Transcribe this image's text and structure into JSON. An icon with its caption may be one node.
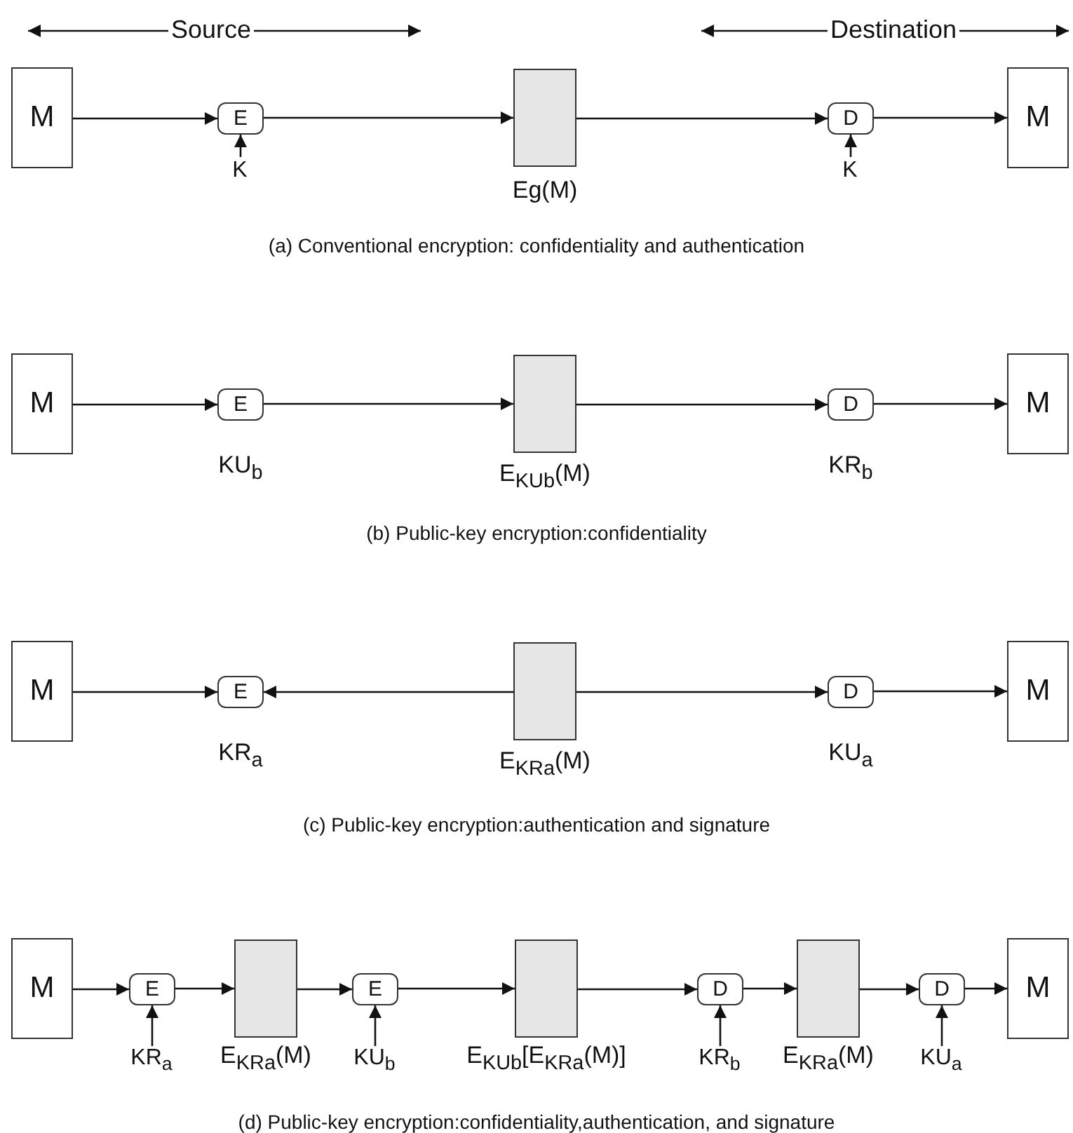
{
  "diagram": {
    "nodes": [
      {
        "text": [
          "M"
        ]
      },
      {
        "text": [
          "E"
        ]
      },
      {
        "text": [],
        "shape": "box",
        "beside": [
          "Eg(M)"
        ]
      },
      {
        "text": [
          "D"
        ]
      },
      {
        "text": [
          "M"
        ]
      },
      {
        "text": [
          "K"
        ]
      },
      {
        "text": [
          "K"
        ]
      },
      {
        "text": [
          "M"
        ]
      },
      {
        "text": [
          "E"
        ],
        "beside": [
          "KU$_{b}$"
        ]
      },
      {
        "text": [],
        "shape": "box",
        "beside": [
          "E$_{KUb}$(M)"
        ]
      },
      {
        "text": [
          "D"
        ],
        "beside": [
          "KR$_{b}$"
        ]
      },
      {
        "text": [
          "M"
        ]
      },
      {
        "text": [
          "M"
        ]
      },
      {
        "text": [
          "E"
        ],
        "beside": [
          "KR$_{a}$"
        ]
      },
      {
        "text": [],
        "shape": "box",
        "beside": [
          "E$_{KRa}$(M)"
        ]
      },
      {
        "text": [
          "D"
        ],
        "beside": [
          "KU$_{a}$"
        ]
      },
      {
        "text": [
          "M"
        ]
      },
      {
        "text": [
          "M"
        ]
      },
      {
        "text": [
          "E"
        ]
      },
      {
        "text": [],
        "shape": "box",
        "beside": [
          "E$_{KRa}$(M)"
        ]
      },
      {
        "text": [
          "E"
        ]
      },
      {
        "text": [],
        "shape": "box",
        "beside": [
          "E$_{KUb}$[E$_{KRa}$(M)]"
        ]
      },
      {
        "text": [
          "D"
        ]
      },
      {
        "text": [],
        "shape": "box",
        "beside": [
          "E$_{KRa}$(M)"
        ]
      },
      {
        "text": [
          "D"
        ]
      },
      {
        "text": [
          "M"
        ]
      },
      {
        "text": [
          "KR$_{a}$"
        ]
      },
      {
        "text": [
          "KU$_{b}$"
        ]
      },
      {
        "text": [
          "KR$_{b}$"
        ]
      },
      {
        "text": [
          "KU$_{a}$"
        ]
      }
    ],
    "edges": [
      {
        "from": 0,
        "to": 1,
        "arrow": "to"
      },
      {
        "from": 1,
        "to": 2,
        "arrow": "to"
      },
      {
        "from": 2,
        "to": 3,
        "arrow": "to"
      },
      {
        "from": 3,
        "to": 4,
        "arrow": "to"
      },
      {
        "from": 5,
        "to": 1,
        "arrow": "to"
      },
      {
        "from": 6,
        "to": 3,
        "arrow": "to"
      },
      {
        "from": 7,
        "to": 8,
        "arrow": "to"
      },
      {
        "from": 8,
        "to": 9,
        "arrow": "to"
      },
      {
        "from": 9,
        "to": 10,
        "arrow": "to"
      },
      {
        "from": 10,
        "to": 11,
        "arrow": "to"
      },
      {
        "from": 12,
        "to": 13,
        "arrow": "to"
      },
      {
        "from": 14,
        "to": 13,
        "arrow": "to"
      },
      {
        "from": 14,
        "to": 15,
        "arrow": "to"
      },
      {
        "from": 15,
        "to": 16,
        "arrow": "to"
      },
      {
        "from": 17,
        "to": 18,
        "arrow": "to"
      },
      {
        "from": 18,
        "to": 19,
        "arrow": "to"
      },
      {
        "from": 19,
        "to": 20,
        "arrow": "to"
      },
      {
        "from": 20,
        "to": 21,
        "arrow": "to"
      },
      {
        "from": 21,
        "to": 22,
        "arrow": "to"
      },
      {
        "from": 22,
        "to": 23,
        "arrow": "to"
      },
      {
        "from": 23,
        "to": 24,
        "arrow": "to"
      },
      {
        "from": 24,
        "to": 25,
        "arrow": "to"
      },
      {
        "from": 26,
        "to": 18,
        "arrow": "to"
      },
      {
        "from": 27,
        "to": 20,
        "arrow": "to"
      },
      {
        "from": 28,
        "to": 22,
        "arrow": "to"
      },
      {
        "from": 29,
        "to": 24,
        "arrow": "to"
      }
    ],
    "labels": [
      "Source",
      "Destination",
      "(a) Conventional encryption: confidentiality and authentication",
      "(b) Public-key encryption:confidentiality",
      "(c) Public-key encryption:authentication and signature",
      "(d) Public-key encryption:confidentiality,authentication, and signature"
    ]
  }
}
